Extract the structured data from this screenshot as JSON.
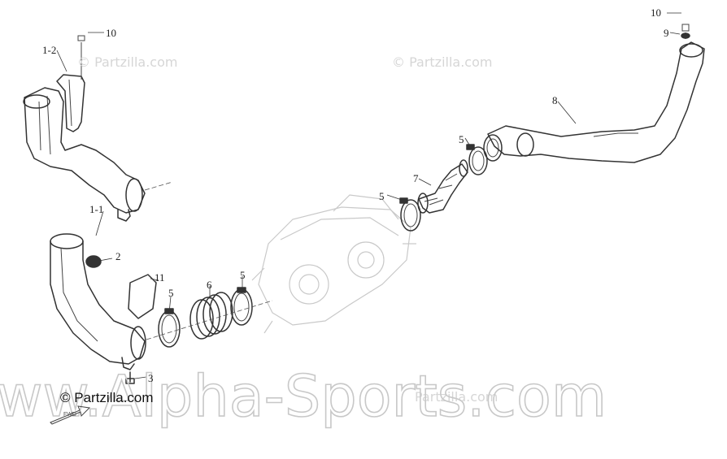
{
  "watermarks": {
    "partzilla_top_left": "© Partzilla.com",
    "partzilla_top_center": "© Partzilla.com",
    "partzilla_bottom_faint": "Partzilla.com",
    "partzilla_bottom_left": "© Partzilla.com",
    "alpha_sports": "www.Alpha-Sports.com"
  },
  "callouts": {
    "c1_2": "1-2",
    "c1_1": "1-1",
    "c2": "2",
    "c3": "3",
    "c5a": "5",
    "c5b": "5",
    "c5c": "5",
    "c5d": "5",
    "c6": "6",
    "c7": "7",
    "c8": "8",
    "c9": "9",
    "c10a": "10",
    "c10b": "10",
    "c11": "11"
  },
  "fwd_label": "FWD"
}
